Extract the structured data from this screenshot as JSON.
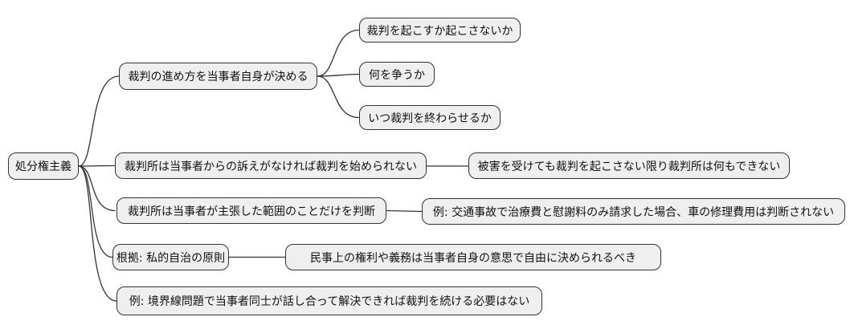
{
  "diagram": {
    "type": "mindmap",
    "root": {
      "label": "処分権主義"
    },
    "branches": [
      {
        "label": "裁判の進め方を当事者自身が決める",
        "children": [
          {
            "label": "裁判を起こすか起こさないか"
          },
          {
            "label": "何を争うか"
          },
          {
            "label": "いつ裁判を終わらせるか"
          }
        ]
      },
      {
        "label": "裁判所は当事者からの訴えがなければ裁判を始められない",
        "children": [
          {
            "label": "被害を受けても裁判を起こさない限り裁判所は何もできない"
          }
        ]
      },
      {
        "label": "裁判所は当事者が主張した範囲のことだけを判断",
        "children": [
          {
            "label": "例: 交通事故で治療費と慰謝料のみ請求した場合、車の修理費用は判断されない"
          }
        ]
      },
      {
        "label": "根拠: 私的自治の原則",
        "children": [
          {
            "label": "民事上の権利や義務は当事者自身の意思で自由に決められるべき"
          }
        ]
      },
      {
        "label": "例: 境界線問題で当事者同士が話し合って解決できれば裁判を続ける必要はない",
        "children": []
      }
    ],
    "colors": {
      "background": "#ffffff",
      "node_fill": "#efefef",
      "node_border": "#333333",
      "connector": "#333333",
      "text": "#111111"
    }
  }
}
